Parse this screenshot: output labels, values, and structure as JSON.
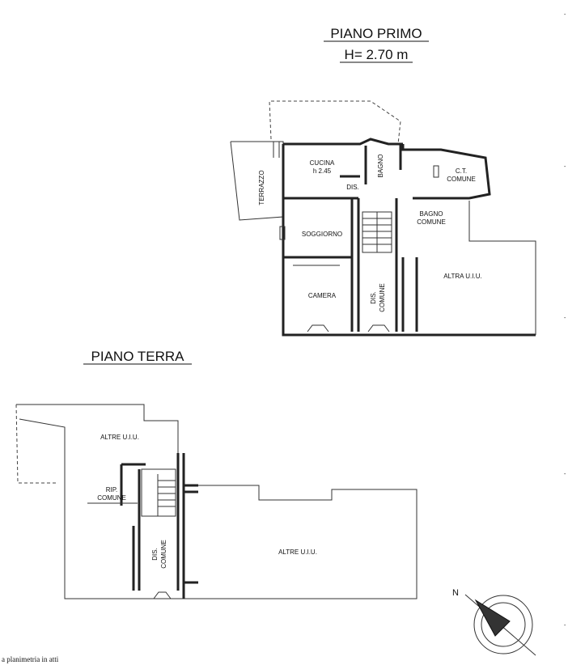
{
  "piano_primo": {
    "title": "PIANO PRIMO",
    "height": "H= 2.70 m",
    "rooms": {
      "cucina": "CUCINA",
      "cucina_h": "h 2.45",
      "bagno": "BAGNO",
      "dis": "DIS.",
      "ct": "C.T.",
      "ct_comune": "COMUNE",
      "terrazzo": "TERRAZZO",
      "soggiorno": "SOGGIORNO",
      "bagno_comune_1": "BAGNO",
      "bagno_comune_2": "COMUNE",
      "camera": "CAMERA",
      "dis_comune_1": "DIS.",
      "dis_comune_2": "COMUNE",
      "altra_uiu": "ALTRA U.I.U."
    }
  },
  "piano_terra": {
    "title": "PIANO TERRA",
    "rooms": {
      "altre_uiu_top": "ALTRE U.I.U.",
      "rip": "RIP.",
      "rip_comune": "COMUNE",
      "dis_comune_1": "DIS.",
      "dis_comune_2": "COMUNE",
      "altre_uiu_main": "ALTRE U.I.U."
    }
  },
  "compass": {
    "north": "N"
  },
  "footer_note": "a planimetria in atti"
}
